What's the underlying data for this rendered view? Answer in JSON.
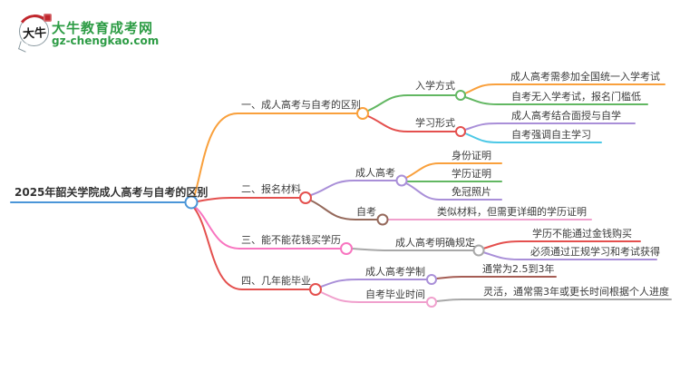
{
  "logo": {
    "icon_text": "大牛",
    "brand": "大牛教育成考网",
    "domain": "gz-chengkao.com"
  },
  "palette": {
    "root_blue": "#4b96d8",
    "orange": "#f9a03c",
    "red": "#e4504e",
    "green": "#62b762",
    "purple": "#a98fd8",
    "cyan": "#4cc8e6",
    "magenta_pink": "#f875c0",
    "light_pink": "#f0a0cd",
    "brown": "#95695b",
    "gray": "#a8a8a8",
    "brick_red": "#a55d54",
    "logo_green": "#2d9c45",
    "text": "#3b3b3b"
  },
  "mindmap": {
    "root": {
      "label": "2025年韶关学院成人高考与自考的区别"
    },
    "branches": [
      {
        "label": "一、成人高考与自考的区别",
        "children": [
          {
            "label": "入学方式",
            "children": [
              {
                "label": "成人高考需参加全国统一入学考试"
              },
              {
                "label": "自考无入学考试，报名门槛低"
              }
            ]
          },
          {
            "label": "学习形式",
            "children": [
              {
                "label": "成人高考结合面授与自学"
              },
              {
                "label": "自考强调自主学习"
              }
            ]
          }
        ]
      },
      {
        "label": "二、报名材料",
        "children": [
          {
            "label": "成人高考",
            "children": [
              {
                "label": "身份证明"
              },
              {
                "label": "学历证明"
              },
              {
                "label": "免冠照片"
              }
            ]
          },
          {
            "label": "自考",
            "children": [
              {
                "label": "类似材料，但需更详细的学历证明"
              }
            ]
          }
        ]
      },
      {
        "label": "三、能不能花钱买学历",
        "children": [
          {
            "label": "成人高考明确规定",
            "children": [
              {
                "label": "学历不能通过金钱购买"
              },
              {
                "label": "必须通过正规学习和考试获得"
              }
            ]
          }
        ]
      },
      {
        "label": "四、几年能毕业",
        "children": [
          {
            "label": "成人高考学制",
            "children": [
              {
                "label": "通常为2.5到3年"
              }
            ]
          },
          {
            "label": "自考毕业时间",
            "children": [
              {
                "label": "灵活，通常需3年或更长时间根据个人进度"
              }
            ]
          }
        ]
      }
    ]
  }
}
